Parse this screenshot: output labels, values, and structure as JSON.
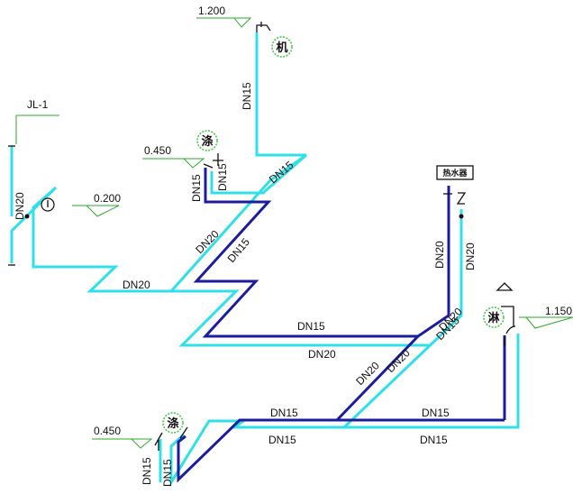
{
  "riser_label": "JL-1",
  "fixtures": {
    "washing_machine": "机",
    "mop_sink_upper": "涤",
    "mop_sink_lower": "涤",
    "shower": "淋",
    "water_heater": "热水器"
  },
  "elevations": {
    "washing_machine": "1.200",
    "mop_sink_upper": "0.450",
    "meter": "0.200",
    "shower": "1.150",
    "mop_sink_lower": "0.450"
  },
  "pipe_sizes": {
    "riser": "DN20",
    "machine_branch": "DN15",
    "upper_branch_right": "DN15",
    "upper_drop_left": "DN15",
    "upper_drop_right": "DN15",
    "main_lower": "DN20",
    "diag_cold_a": "DN20",
    "diag_hot_a": "DN15",
    "mid_hot": "DN15",
    "mid_cold": "DN20",
    "heater_hot_riser": "DN20",
    "heater_cold_riser": "DN20",
    "heater_hot_diag": "DN15",
    "heater_cold_diag": "DN20",
    "lower_diag_hot": "DN20",
    "lower_diag_cold": "DN20",
    "bottom_hot_left": "DN15",
    "bottom_hot_right": "DN15",
    "bottom_cold_left": "DN15",
    "bottom_cold_right": "DN15",
    "lower_drop_left": "DN15",
    "lower_drop_right": "DN15"
  },
  "colors": {
    "cold_water": "#30e0e8",
    "hot_water": "#1c1c9c",
    "leader": "#2ca82c"
  }
}
